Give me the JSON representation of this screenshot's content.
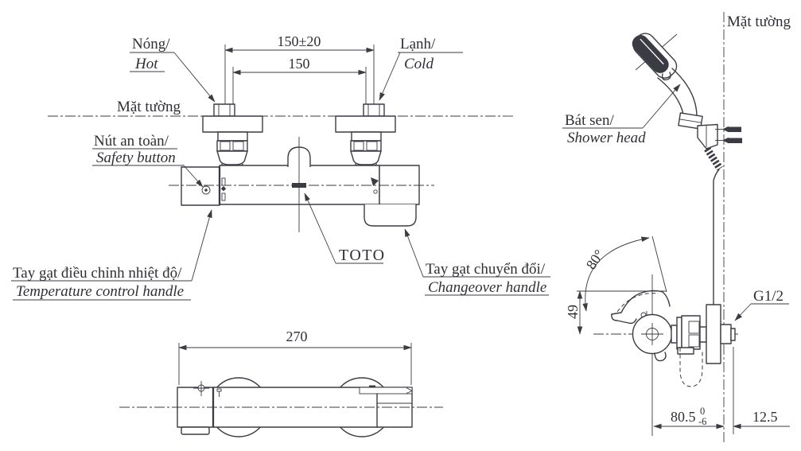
{
  "brand_label": "TOTO",
  "front_view": {
    "hot_vi": "Nóng/",
    "hot_en": "Hot",
    "cold_vi": "Lạnh/",
    "cold_en": "Cold",
    "wall_label": "Mặt tường",
    "safety_vi": "Nút an toàn/",
    "safety_en": "Safety button",
    "temp_handle_vi": "Tay gạt điều chỉnh nhiệt độ/",
    "temp_handle_en": "Temperature control handle",
    "changeover_vi": "Tay gạt chuyển đổi/",
    "changeover_en": "Changeover handle",
    "dim_supply_spacing_tol": "150±20",
    "dim_supply_spacing": "150"
  },
  "bottom_view": {
    "dim_body_length": "270"
  },
  "side_view": {
    "shower_head_vi": "Bát sen/",
    "shower_head_en": "Shower head",
    "wall_label": "Mặt tường",
    "thread_label": "G1/2",
    "dim_handle_angle": "80°",
    "dim_handle_height": "49",
    "dim_depth": "80.5",
    "dim_depth_tol_upper": "0",
    "dim_depth_tol_lower": "-6",
    "dim_wall_offset": "12.5"
  },
  "colors": {
    "line": "#3b3b43",
    "text": "#2f2f37",
    "dark_fill": "#3b3b43"
  }
}
